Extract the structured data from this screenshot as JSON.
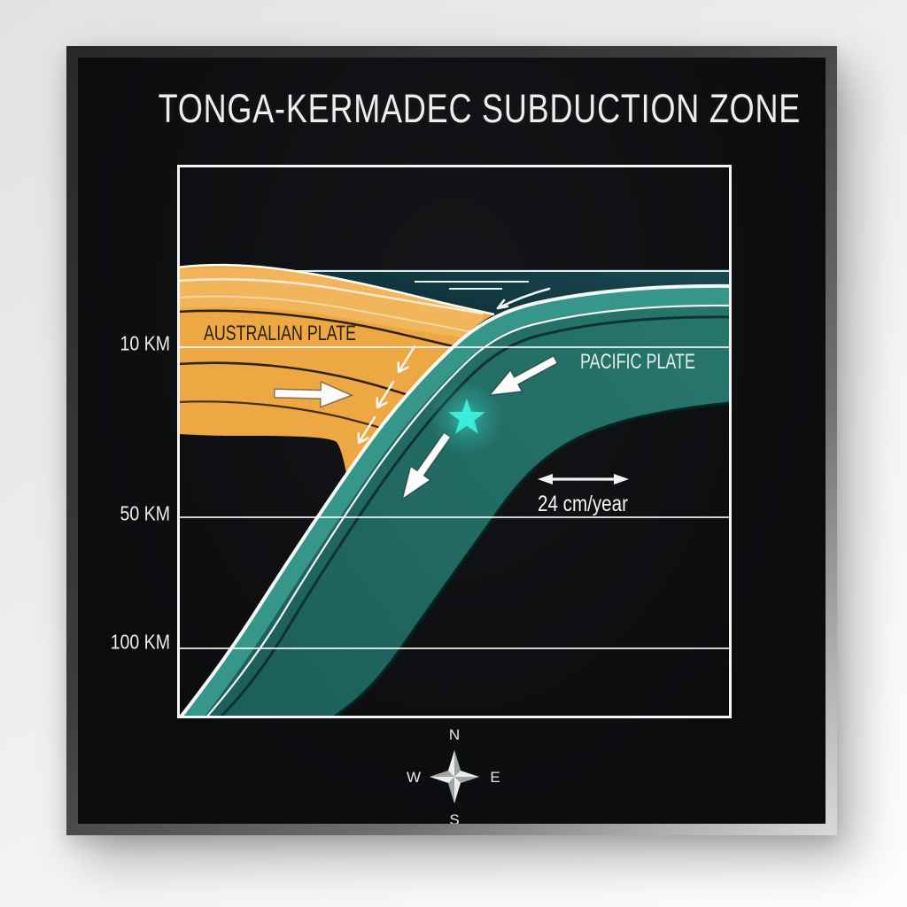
{
  "poster": {
    "title": "TONGA-KERMADEC SUBDUCTION ZONE"
  },
  "diagram": {
    "australian_plate_label": "AUSTRALIAN PLATE",
    "pacific_plate_label": "PACIFIC PLATE",
    "convergence_rate_label": "24 cm/year",
    "depth_scale": [
      {
        "label": "10 KM"
      },
      {
        "label": "50 KM"
      },
      {
        "label": "100 KM"
      }
    ],
    "colors": {
      "australian_plate": "#eea843",
      "pacific_plate": "#226b63",
      "subduction_channel": "#36968a",
      "ocean": "#16424a",
      "earthquake_star": "#3becdb",
      "poster_background": "#0b0c0e"
    }
  },
  "compass": {
    "north": "N",
    "east": "E",
    "south": "S",
    "west": "W"
  }
}
